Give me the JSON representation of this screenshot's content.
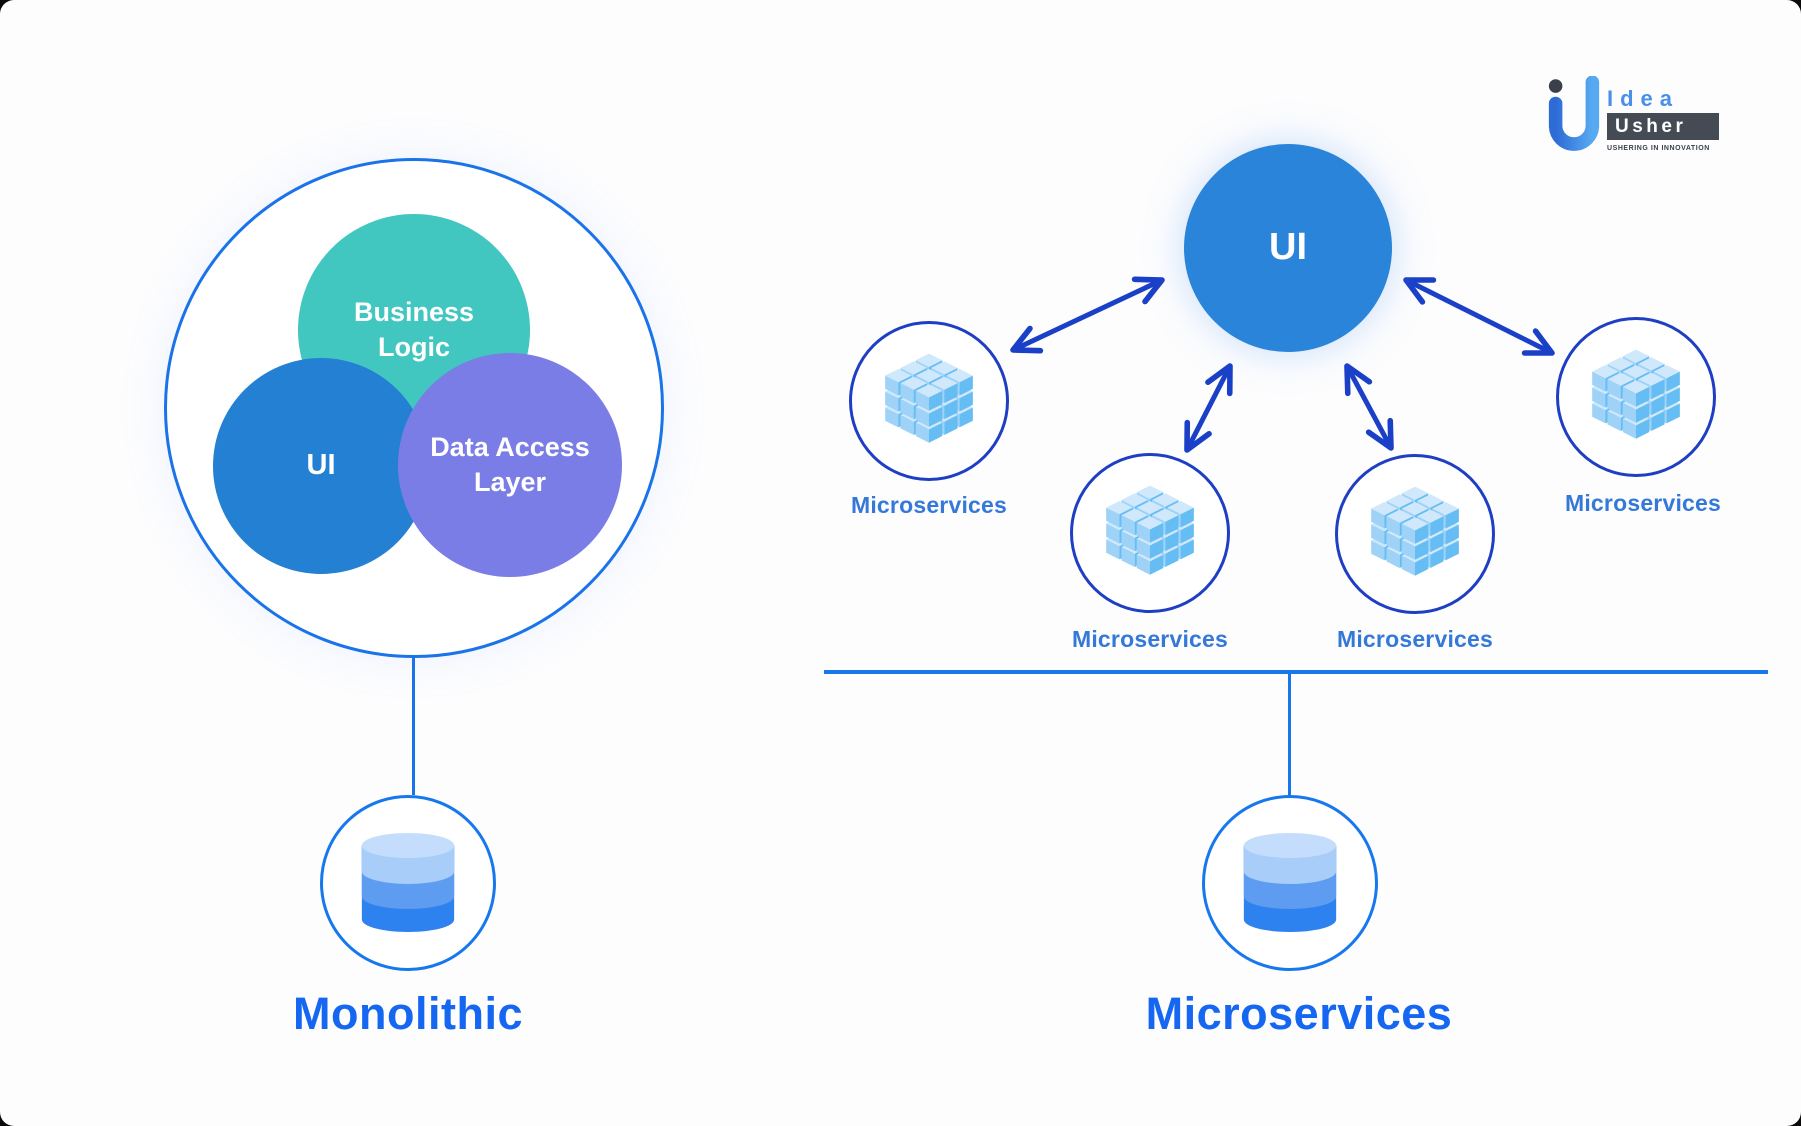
{
  "page": {
    "background": "#fdfdfe"
  },
  "logo": {
    "brand_top": "Idea",
    "brand_bottom": "Usher",
    "tagline": "USHERING IN INNOVATION"
  },
  "monolithic": {
    "title": "Monolithic",
    "business_logic": {
      "line1": "Business",
      "line2": "Logic",
      "color": "#41c6c0"
    },
    "ui": {
      "label": "UI",
      "color": "#2380d2"
    },
    "data_access": {
      "line1": "Data Access",
      "line2": "Layer",
      "color": "#7a7de6"
    }
  },
  "microservices": {
    "title": "Microservices",
    "ui_label": "UI",
    "ui_color": "#2a85da",
    "node_labels": [
      "Microservices",
      "Microservices",
      "Microservices",
      "Microservices"
    ]
  },
  "colors": {
    "outer_ring_stroke": "#1a73e8",
    "microservice_ring_stroke": "#1e3ec4",
    "arrow": "#1b40c8",
    "connector": "#1778ee",
    "title_text": "#1567f2",
    "node_label_text": "#3579d8"
  },
  "icons": {
    "cube": {
      "top": "#cfe8fb",
      "left": "#9ed3f7",
      "right": "#66bdf3"
    },
    "database": {
      "top": "#c5ddfc",
      "upper": "#a9cdf9",
      "middle": "#5d9cf0",
      "lower": "#2e82f0"
    }
  }
}
